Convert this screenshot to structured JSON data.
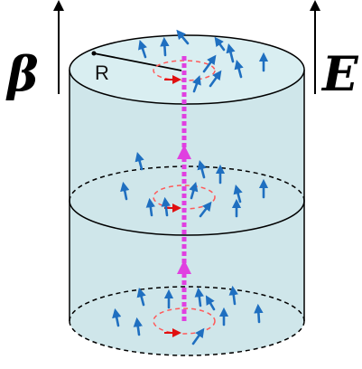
{
  "labels": {
    "beta": "β",
    "E": "E",
    "radius": "R"
  },
  "colors": {
    "cylinder_fill": "#cfe6ea",
    "cylinder_outline": "#000000",
    "field_arrow": "#1f6fc0",
    "axis_line": "#e040e0",
    "loop_color": "#ff5a5a",
    "loop_arrow": "#e01010"
  },
  "icons": {
    "beta_arrow": "up-arrow",
    "e_arrow": "up-arrow"
  }
}
